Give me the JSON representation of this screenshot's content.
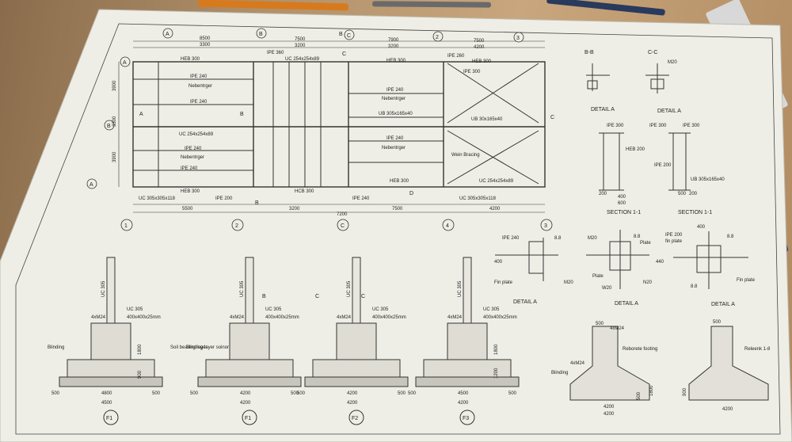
{
  "plan": {
    "axes_top": [
      "A",
      "B",
      "C",
      "2",
      "3"
    ],
    "axes_bottom": [
      "1",
      "2",
      "C",
      "4",
      "3"
    ],
    "axes_left": [
      "A",
      "B",
      "A"
    ],
    "dims_top": [
      "8500",
      "3300",
      "7500",
      "3200",
      "7900",
      "3200",
      "7500",
      "4200"
    ],
    "dims_bottom": [
      "5500",
      "3200",
      "7200",
      "7500",
      "4200"
    ],
    "dims_left": [
      "3900",
      "3300",
      "3900"
    ],
    "beams": {
      "heb_top_1": "HEB 300",
      "uc_top": "UC 254x254x89",
      "ipe360_top": "IPE 360",
      "heb_top_3": "HEB 300",
      "ipe260": "IPE 260",
      "heb_top_4": "HEB 300",
      "ipe240_1": "IPE 240",
      "nebentrager_1": "Nebentrger",
      "ipe240_2": "IPE 240",
      "uc_mid": "UC 254x254x89",
      "ipe240_3": "IPE 240",
      "nebentrager_2": "Nebentrger",
      "ipe240_4": "IPE 240",
      "heb_bot_1": "HEB 300",
      "heb_bot_2": "HCB 300",
      "ipe240_5": "IPE 240",
      "nebentrager_3": "Nebentrger",
      "ub": "UB 305x165x40",
      "ipe240_6": "IPE 240",
      "nebentrager_4": "Nebentrger",
      "heb_bot_3": "HEB 300",
      "ub_bracing": "UB 30x165x40",
      "ipe300": "IPE 300",
      "wein_bracing": "Wein Bracing",
      "uc_bot_right": "UC 254x254x89",
      "uc_305_left": "UC 305x305x118",
      "uc_305_right": "UC 305x305x118",
      "ipe200": "IPE 200",
      "ipe240_bot": "IPE 240"
    },
    "section_marks": [
      "A",
      "B",
      "B",
      "B",
      "C",
      "C",
      "D"
    ]
  },
  "details_top": {
    "bb": "B-B",
    "cc": "C-C",
    "m20": "M20",
    "detail_a_1": "DETAIL A",
    "detail_a_2": "DETAIL A",
    "section_1": "SECTION 1-1",
    "section_2": "SECTION 1-1",
    "ipe300_1": "IPE 300",
    "heb200": "HEB 200",
    "ipe300_2": "IPE 300",
    "ipe300_3": "IPE 300",
    "ipe200": "IPE 200",
    "ub_305": "UB 305x165x40",
    "dim_400": "400",
    "dim_600": "600",
    "dim_500": "500",
    "dim_200": "200",
    "dim_200b": "200"
  },
  "details_mid": {
    "ipe240": "IPE 240",
    "g88_1": "8.8",
    "fin_plate": "Fin plate",
    "m20_1": "M20",
    "detail_a_1": "DETAIL A",
    "m20_2": "M20",
    "g88_2": "8.8",
    "plate_1": "Plate",
    "plate_2": "Plate",
    "n20": "N20",
    "w20": "W20",
    "detail_a_2": "DETAIL A",
    "ipe200": "IPE 200",
    "fin_plate_2": "fin plate",
    "g88_3": "8.8",
    "dim_400": "400",
    "g88_4": "8.8",
    "fin_plate_3": "Fin plate",
    "detail_a_3": "DETAIL A",
    "dim_440": "440",
    "dim_400b": "400"
  },
  "footings": [
    {
      "id": "F1",
      "col": "UC 305",
      "plate": "400x400x25mm",
      "anchor": "4xM24",
      "col_label": "UC 305",
      "blind": "Blinding",
      "d1": "500",
      "d2": "4800",
      "d3": "500",
      "total": "4500",
      "h1": "1800",
      "h2": "900"
    },
    {
      "id": "F1",
      "col": "UC 305",
      "plate": "400x400x25mm",
      "anchor": "4xM24",
      "col_label": "UC 305",
      "soil": "Soil bearing layer",
      "blind": "Blinding layer soinor",
      "d1": "500",
      "d2": "4200",
      "d3": "500",
      "total": "4200",
      "mark": "B"
    },
    {
      "id": "F2",
      "col": "UC 305",
      "plate": "400x400x25mm",
      "anchor": "4xM24",
      "col_label": "UC 305",
      "d1": "500",
      "d2": "4200",
      "d3": "500",
      "total": "4200",
      "mark1": "C",
      "mark2": "C"
    },
    {
      "id": "F3",
      "col": "UC 305",
      "plate": "400x400x25mm",
      "anchor": "4xM24",
      "col_label": "UC 305",
      "d1": "500",
      "d2": "4500",
      "d3": "500",
      "total": "4200",
      "h1": "1800",
      "h2": "1200"
    }
  ],
  "retaining": [
    {
      "top": "500",
      "bar": "4xM24",
      "label": "Reborete footing",
      "blind": "Blinding",
      "anchor": "4xM24",
      "h": "1800",
      "h2": "500",
      "w": "4200",
      "w2": "4200"
    },
    {
      "top": "500",
      "label": "Releenk 1-8",
      "h": "900",
      "w": "4200"
    }
  ]
}
